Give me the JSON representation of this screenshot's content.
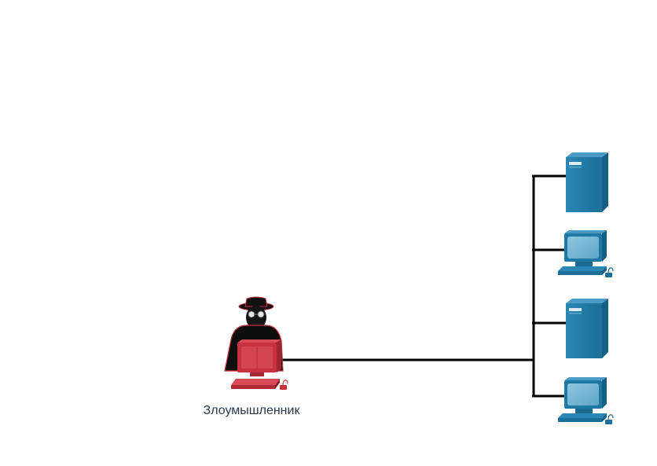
{
  "diagram": {
    "attacker": {
      "label": "Злоумышленник",
      "icon": "hacker-icon",
      "color": "#c8323f"
    },
    "devices": [
      {
        "type": "server",
        "icon": "server-icon"
      },
      {
        "type": "pc",
        "icon": "pc-icon"
      },
      {
        "type": "server",
        "icon": "server-icon"
      },
      {
        "type": "pc",
        "icon": "pc-icon"
      }
    ],
    "colors": {
      "device": "#1f77a3",
      "link": "#000000"
    }
  }
}
